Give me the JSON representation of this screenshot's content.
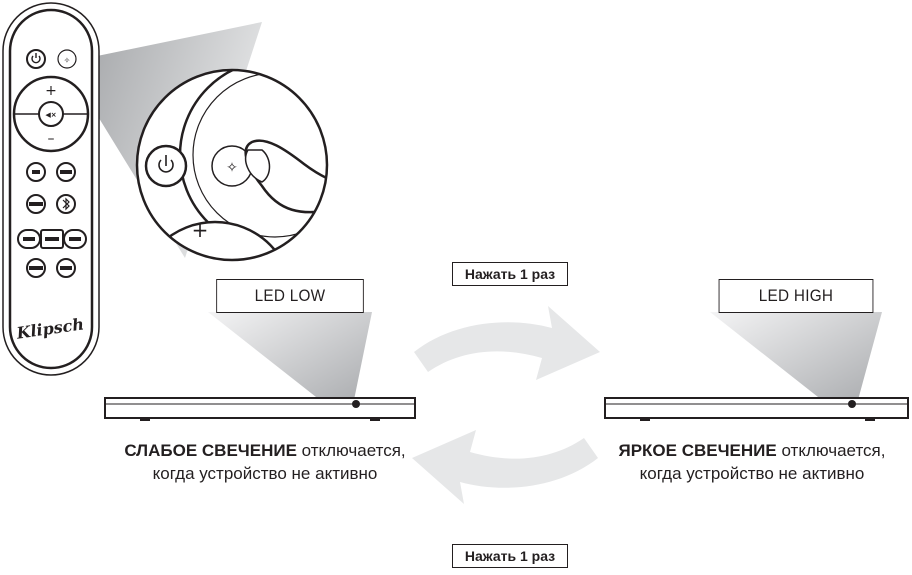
{
  "remote": {
    "brand_logo": "Klipsch",
    "buttons": {
      "plus": "+",
      "minus": "–"
    }
  },
  "zoom": {
    "plus": "+"
  },
  "left_display": {
    "label": "LED LOW",
    "caption_bold": "СЛАБОЕ СВЕЧЕНИЕ",
    "caption_line1_rest": " отключается,",
    "caption_line2": "когда устройство не активно"
  },
  "right_display": {
    "label": "LED HIGH",
    "caption_bold": "ЯРКОЕ СВЕЧЕНИЕ",
    "caption_line1_rest": " отключается,",
    "caption_line2": "когда устройство не активно"
  },
  "press_top": "Нажать 1 раз",
  "press_bottom": "Нажать 1 раз",
  "colors": {
    "line": "#231f20",
    "arrow": "#e6e7e8",
    "beam_dark": "#a7a9ac",
    "beam_light": "#f1f2f2"
  }
}
